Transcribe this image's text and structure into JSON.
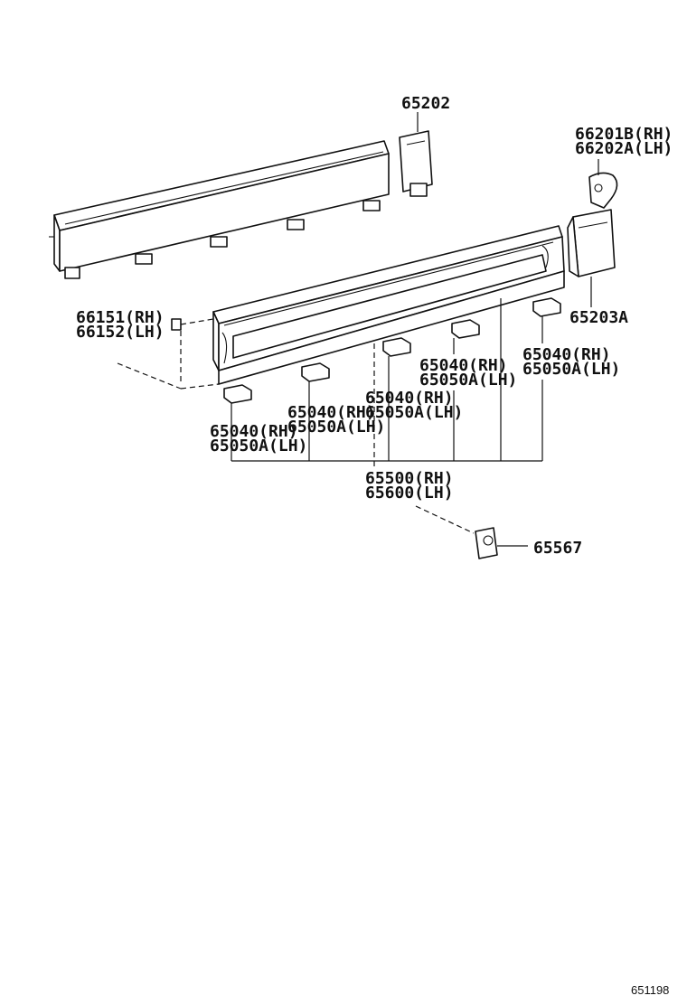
{
  "labels": {
    "p65202": "65202",
    "p66201b": "66201B(RH)",
    "p66202a": "66202A(LH)",
    "p65203a": "65203A",
    "p66151": "66151(RH)",
    "p66152": "66152(LH)",
    "c1a": "65040(RH)",
    "c1b": "65050A(LH)",
    "c2a": "65040(RH)",
    "c2b": "65050A(LH)",
    "c3a": "65040(RH)",
    "c3b": "65050A(LH)",
    "c4a": "65040(RH)",
    "c4b": "65050A(LH)",
    "c5a": "65040(RH)",
    "c5b": "65050A(LH)",
    "p65500": "65500(RH)",
    "p65600": "65600(LH)",
    "p65567": "65567",
    "figure_id": "651198"
  }
}
